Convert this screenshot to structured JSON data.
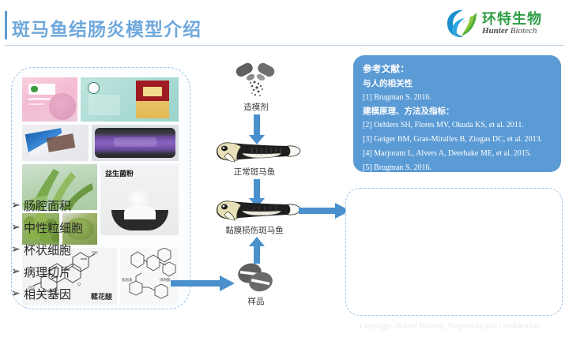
{
  "header": {
    "title": "斑马鱼结肠炎模型介绍",
    "accent_color": "#5B9BD5",
    "title_color": "#6FA8DC"
  },
  "logo": {
    "name_cn": "环特生物",
    "name_en_bold": "Hunter",
    "name_en_light": "Biotech",
    "mark_name": "hunter-biotech-leaf-logo",
    "green": "#2E9E46",
    "blue": "#1B8FD0"
  },
  "left_panel": {
    "name": "product-sample-collage",
    "captions": {
      "probiotic_powder": "益生菌粉",
      "chemical_1": "鞣花酸"
    }
  },
  "flow": {
    "arrow_color": "#4A90CC",
    "steps": [
      {
        "icon": "capsule-open-icon",
        "label": "造模剂"
      },
      {
        "icon": "zebrafish-normal-icon",
        "label": "正常斑马鱼"
      },
      {
        "icon": "zebrafish-damaged-icon",
        "label": "黏膜损伤斑马鱼"
      },
      {
        "icon": "tablets-icon",
        "label": "样品"
      }
    ]
  },
  "references": {
    "title": "参考文献：",
    "section_1": "与人的相关性",
    "section_2": "建模原理、方法及指标：",
    "items": [
      "[1] Brugman S. 2016.",
      "[2] Oehlers SH, Flores MV, Okuda KS, et al. 2011.",
      "[3] Geiger BM, Gras-Miralles B, Ziogas DC, et al. 2013.",
      "[4] Marjoram L, Alvers A, Deerhake ME, et al. 2015.",
      "[5] Brugman S. 2016."
    ],
    "background": "#5B9BD5"
  },
  "outcomes": {
    "bullet": "➢",
    "items": [
      "肠腔面积",
      "中性粒细胞",
      "杯状细胞",
      "病理切片",
      "相关基因"
    ]
  },
  "footer": {
    "copyright": "Copyright, Hunter Biotech, Proprietary and Confidential."
  }
}
